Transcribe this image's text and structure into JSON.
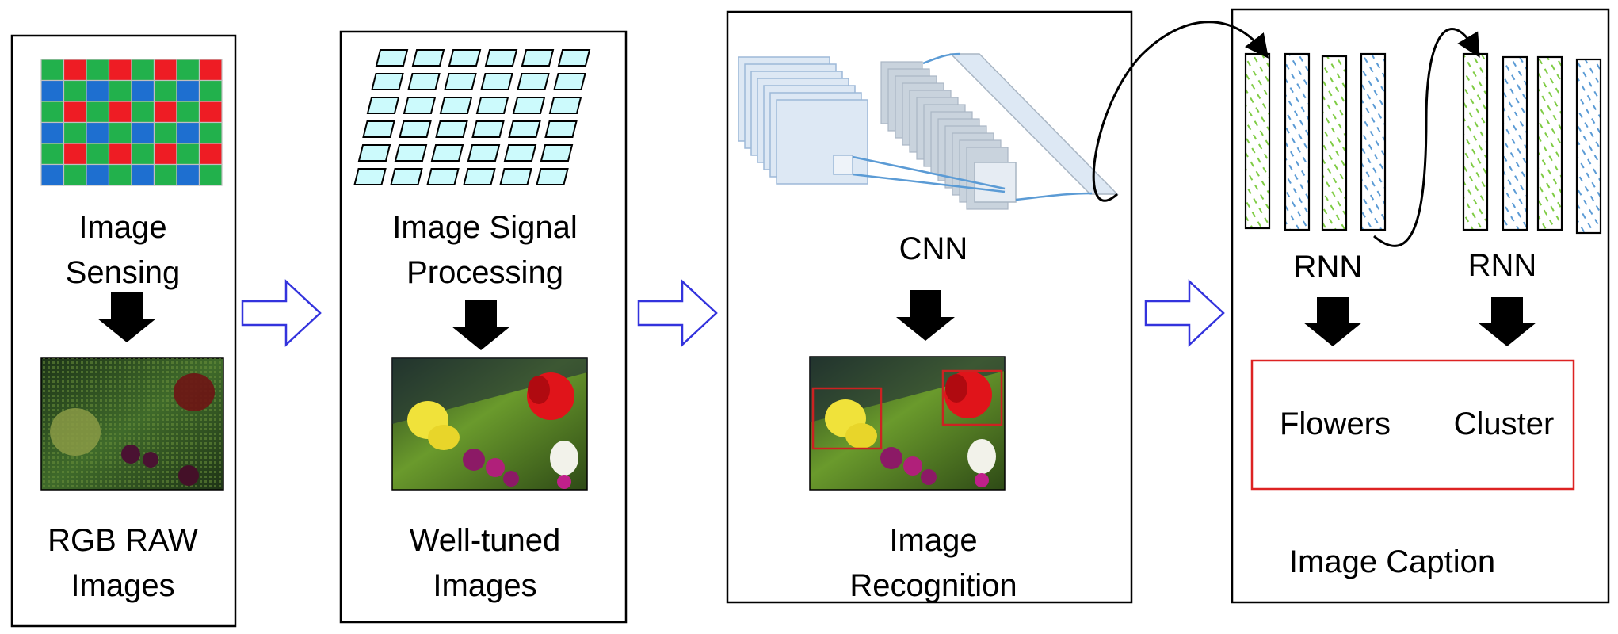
{
  "stages": [
    {
      "id": "sensing",
      "title_lines": [
        "Image",
        "Sensing"
      ],
      "caption_lines": [
        "RGB RAW",
        "Images"
      ]
    },
    {
      "id": "isp",
      "title_lines": [
        "Image Signal",
        "Processing"
      ],
      "caption_lines": [
        "Well-tuned",
        "Images"
      ]
    },
    {
      "id": "recognition",
      "title_lines": [
        "CNN"
      ],
      "caption_lines": [
        "Image",
        "Recognition"
      ]
    },
    {
      "id": "caption",
      "rnn_labels": [
        "RNN",
        "RNN"
      ],
      "output_words": [
        "Flowers",
        "Cluster"
      ],
      "caption_lines": [
        "Image Caption"
      ]
    }
  ],
  "colors": {
    "bayer_red": "#ee1c24",
    "bayer_green": "#22b14c",
    "bayer_blue": "#1e6fd0",
    "isp_tile": "#ccfafc",
    "cnn_layer": "#dde8f4",
    "cnn_edge": "#5b9bd5",
    "flow_arrow": "#3333dd",
    "detection_box": "#cc2222",
    "output_box": "#dd2222",
    "rnn_green_stripe": "#7fcc44",
    "rnn_blue_stripe": "#5b9bd5"
  },
  "icons": {
    "flow_arrow": "hollow-right-arrow-icon",
    "down_arrow": "thick-down-arrow-icon",
    "curve_arrow": "curved-connector-arrow-icon"
  }
}
